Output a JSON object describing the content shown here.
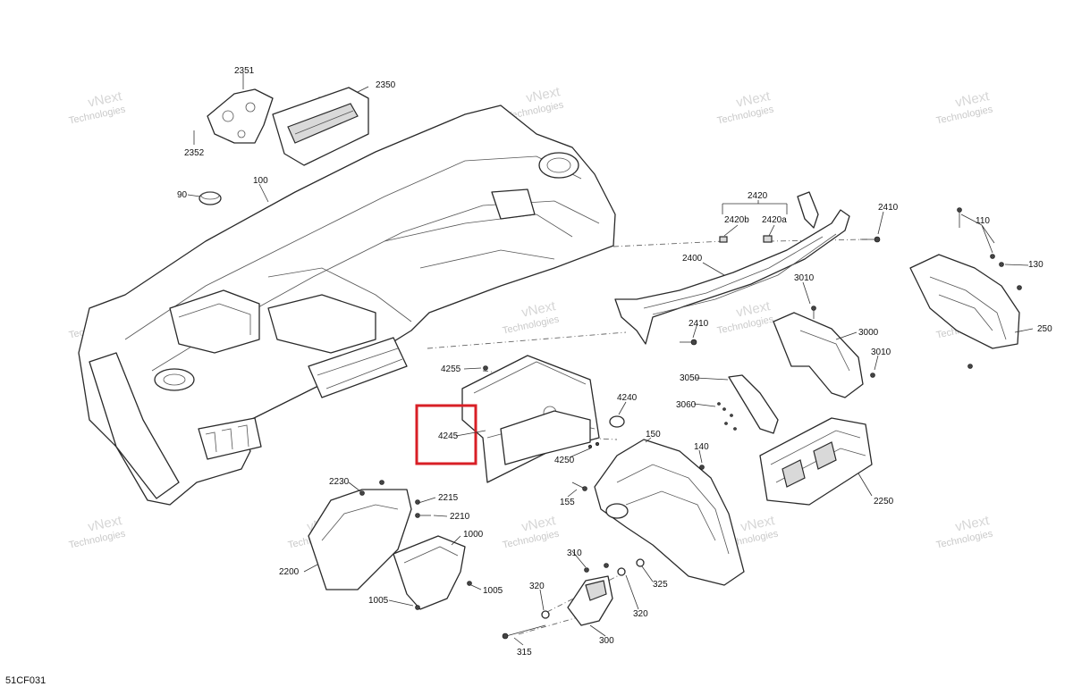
{
  "diagram_code": "51CF031",
  "watermark_line1": "vNext",
  "watermark_line2": "Technologies",
  "highlight_color": "#d81f26",
  "callouts": [
    "2351",
    "2350",
    "2352",
    "90",
    "100",
    "2420",
    "2420b",
    "2420a",
    "2410",
    "110",
    "130",
    "250",
    "2400",
    "3010",
    "3000",
    "2410",
    "3010",
    "4255",
    "3050",
    "3060",
    "4240",
    "4245",
    "150",
    "140",
    "4250",
    "2250",
    "2230",
    "2215",
    "2210",
    "155",
    "2200",
    "1000",
    "310",
    "1005",
    "1005",
    "320",
    "325",
    "320",
    "315",
    "300"
  ],
  "highlighted_callout": "4245"
}
